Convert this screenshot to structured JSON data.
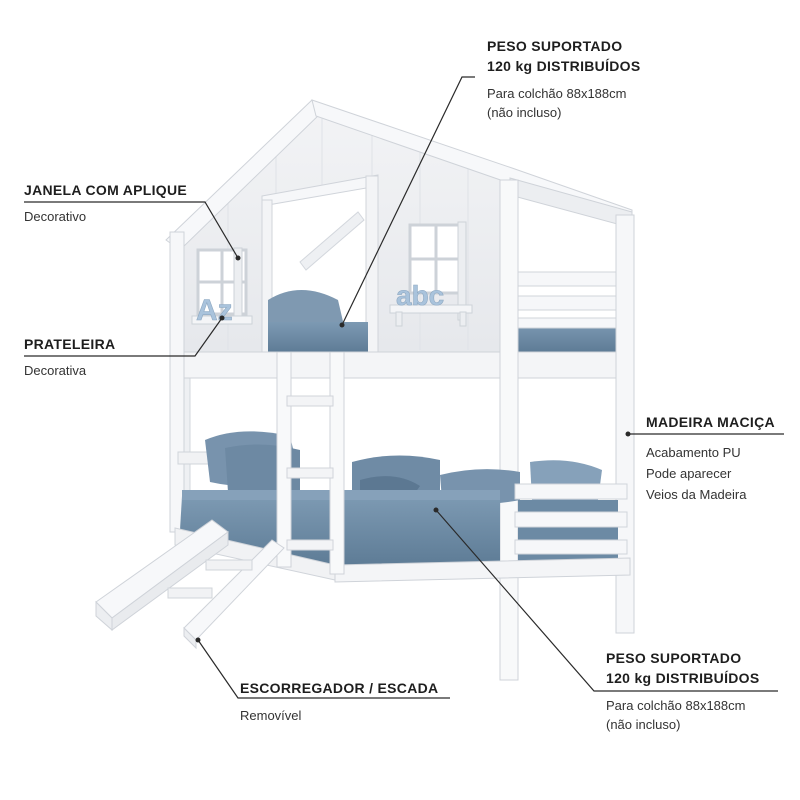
{
  "annotations": {
    "top_weight": {
      "title_line1": "PESO SUPORTADO",
      "title_line2": "120 kg DISTRIBUÍDOS",
      "desc_line1": "Para colchão 88x188cm",
      "desc_line2": "(não incluso)"
    },
    "window": {
      "title": "JANELA COM APLIQUE",
      "desc": "Decorativo"
    },
    "shelf": {
      "title": "PRATELEIRA",
      "desc": "Decorativa"
    },
    "wood": {
      "title": "MADEIRA MACIÇA",
      "desc_line1": "Acabamento PU",
      "desc_line2": "Pode aparecer",
      "desc_line3": "Veios da Madeira"
    },
    "bottom_weight": {
      "title_line1": "PESO SUPORTADO",
      "title_line2": "120 kg DISTRIBUÍDOS",
      "desc_line1": "Para colchão 88x188cm",
      "desc_line2": "(não incluso)"
    },
    "slide": {
      "title": "ESCORREGADOR / ESCADA",
      "desc": "Removível"
    }
  },
  "decor_letters": {
    "left": "Az",
    "right": "abc"
  },
  "colors": {
    "frame": "#f4f5f7",
    "frame_edge": "#d6dae0",
    "mattress": "#6f8ea8",
    "mattress_dark": "#5d7b94",
    "pillow": "#8aa6bf",
    "leader": "#2a2a2a"
  }
}
